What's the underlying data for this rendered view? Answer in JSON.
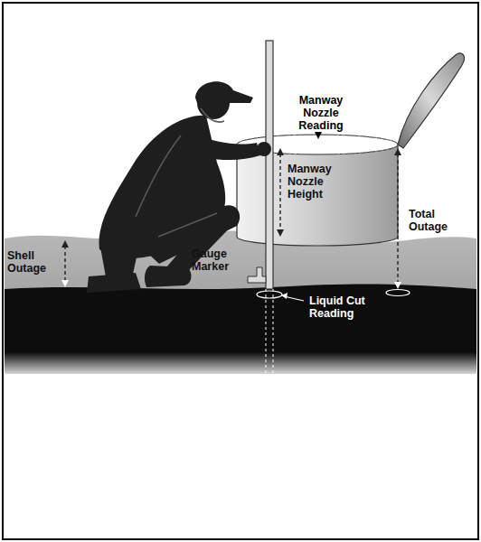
{
  "diagram": {
    "labels": [
      "Manway Nozzle Reading",
      "Manway Nozzle Height",
      "Shell Outage",
      "Total Outage",
      "Gauge Marker",
      "Liquid Cut Reading"
    ]
  }
}
